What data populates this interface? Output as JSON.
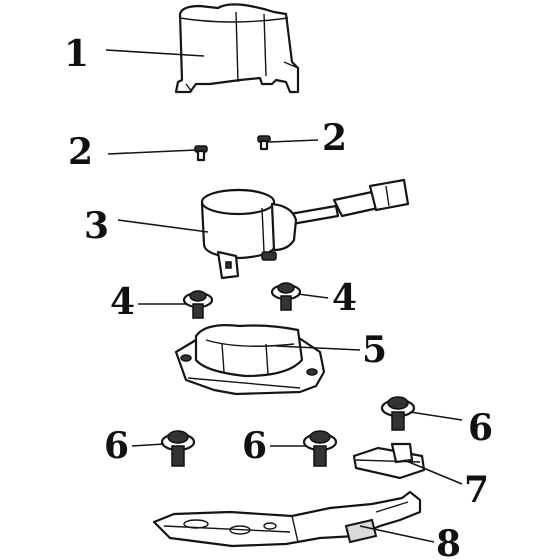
{
  "callouts": [
    {
      "id": "1a",
      "text": "1"
    },
    {
      "id": "2a",
      "text": "2"
    },
    {
      "id": "2b",
      "text": "2"
    },
    {
      "id": "3a",
      "text": "3"
    },
    {
      "id": "4a",
      "text": "4"
    },
    {
      "id": "4b",
      "text": "4"
    },
    {
      "id": "5a",
      "text": "5"
    },
    {
      "id": "6a",
      "text": "6"
    },
    {
      "id": "6b",
      "text": "6"
    },
    {
      "id": "6c",
      "text": "6"
    },
    {
      "id": "7a",
      "text": "7"
    },
    {
      "id": "8a",
      "text": "8"
    }
  ],
  "parts": [
    {
      "number": "1",
      "name": "cover-cap"
    },
    {
      "number": "2",
      "name": "small-screw"
    },
    {
      "number": "3",
      "name": "motor-with-connector"
    },
    {
      "number": "4",
      "name": "flange-screw"
    },
    {
      "number": "5",
      "name": "motor-bracket"
    },
    {
      "number": "6",
      "name": "mounting-screw"
    },
    {
      "number": "7",
      "name": "clip"
    },
    {
      "number": "8",
      "name": "base-plate"
    }
  ]
}
